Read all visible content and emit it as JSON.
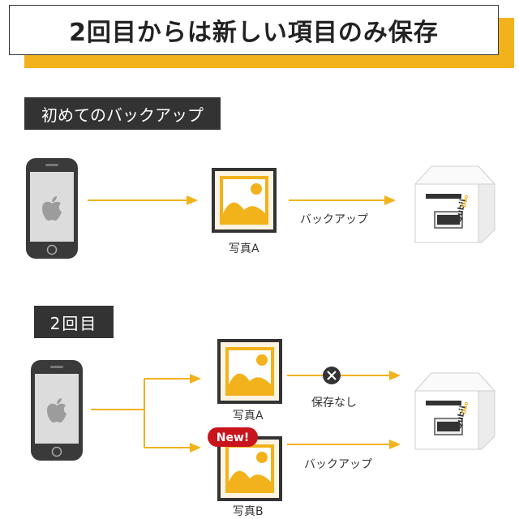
{
  "title": "2回目からは新しい項目のみ保存",
  "colors": {
    "accent": "#f2b21b",
    "dark": "#333333",
    "new_badge": "#c8141c"
  },
  "section1": {
    "label": "初めてのバックアップ",
    "photo_label": "写真A",
    "arrow_label": "バックアップ"
  },
  "section2": {
    "label": "2回目",
    "photo_a_label": "写真A",
    "skip_label": "保存なし",
    "new_badge": "New!",
    "photo_b_label": "写真B",
    "arrow_label": "バックアップ"
  },
  "device": {
    "brand": "Qubii",
    "sub": "Duo"
  }
}
